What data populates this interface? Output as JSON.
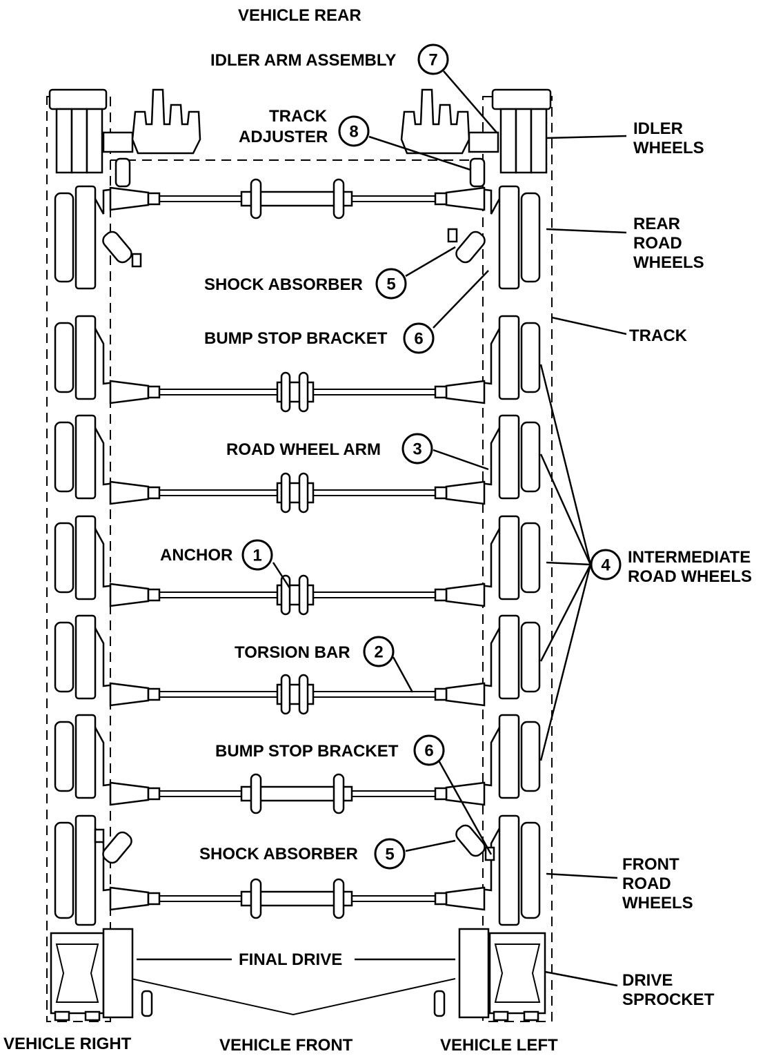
{
  "orientation": {
    "rear": "VEHICLE REAR",
    "front": "VEHICLE FRONT",
    "right": "VEHICLE RIGHT",
    "left": "VEHICLE LEFT"
  },
  "callouts": {
    "anchor": {
      "text": "ANCHOR",
      "num": "1"
    },
    "torsion_bar": {
      "text": "TORSION BAR",
      "num": "2"
    },
    "road_wheel_arm": {
      "text": "ROAD WHEEL ARM",
      "num": "3"
    },
    "intermediate": {
      "line1": "INTERMEDIATE",
      "line2": "ROAD WHEELS",
      "num": "4"
    },
    "shock_rear": {
      "text": "SHOCK ABSORBER",
      "num": "5"
    },
    "shock_front": {
      "text": "SHOCK ABSORBER",
      "num": "5"
    },
    "bump_rear": {
      "text": "BUMP STOP BRACKET",
      "num": "6"
    },
    "bump_front": {
      "text": "BUMP STOP BRACKET",
      "num": "6"
    },
    "idler_arm": {
      "text": "IDLER ARM ASSEMBLY",
      "num": "7"
    },
    "track_adjuster": {
      "line1": "TRACK",
      "line2": "ADJUSTER",
      "num": "8"
    }
  },
  "side_labels": {
    "idler_wheels": [
      "IDLER",
      "WHEELS"
    ],
    "rear_road_wheels": [
      "REAR",
      "ROAD",
      "WHEELS"
    ],
    "track": "TRACK",
    "front_road_wheels": [
      "FRONT",
      "ROAD",
      "WHEELS"
    ],
    "drive_sprocket": [
      "DRIVE",
      "SPROCKET"
    ]
  },
  "final_drive": "FINAL DRIVE"
}
